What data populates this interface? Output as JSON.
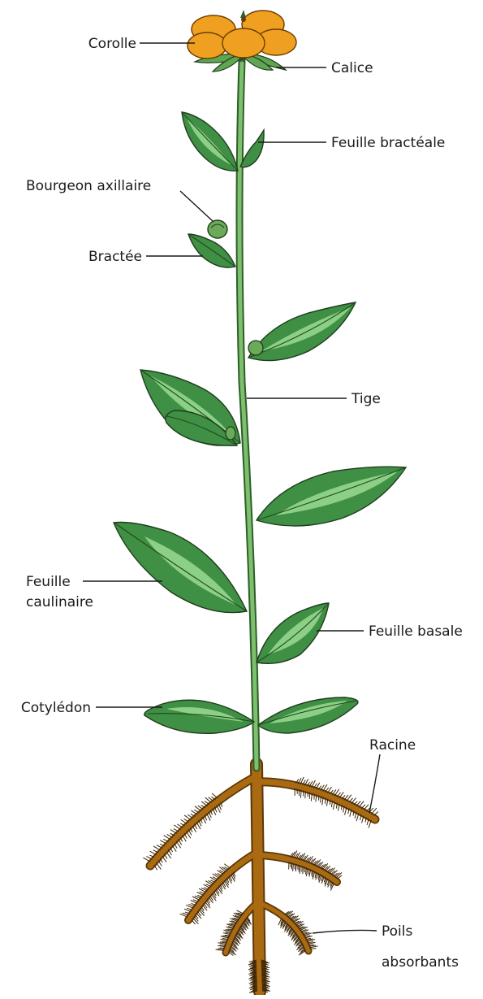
{
  "labels": {
    "corolle": "Corolle",
    "calice": "Calice",
    "feuille_bracteale": "Feuille bractéale",
    "bourgeon_axillaire": "Bourgeon axillaire",
    "bractee": "Bractée",
    "tige": "Tige",
    "feuille_caulinaire_1": "Feuille",
    "feuille_caulinaire_2": "caulinaire",
    "feuille_basale": "Feuille basale",
    "cotyledon": "Cotylédon",
    "racine": "Racine",
    "poils_absorbants_1": "Poils",
    "poils_absorbants_2": "absorbants"
  },
  "colors": {
    "leaf": "#3f8f45",
    "leaf_light": "#8ccf86",
    "stem": "#2f5e2a",
    "root": "#a96a12",
    "petal": "#f0a020",
    "background": "#ffffff"
  }
}
